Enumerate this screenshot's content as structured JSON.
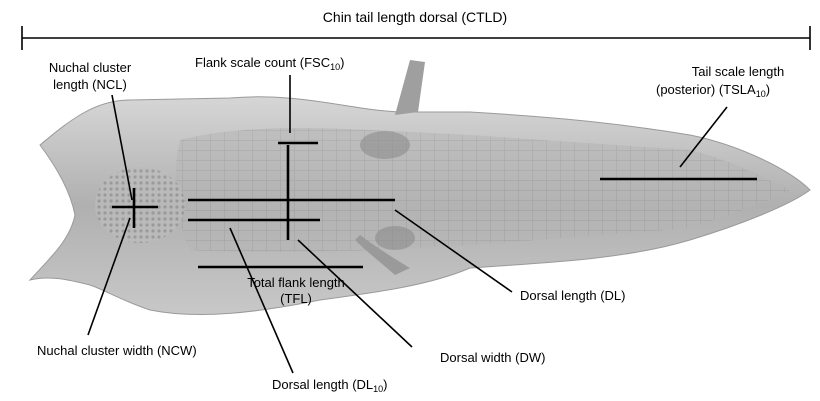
{
  "figure": {
    "title": "Chin tail length dorsal (CTLD)",
    "labels": {
      "ncl_line1": "Nuchal cluster",
      "ncl_line2": "length (NCL)",
      "fsc_main": "Flank scale count (FSC",
      "fsc_sub": "10",
      "fsc_close": ")",
      "tsla_line1": "Tail scale length",
      "tsla_main": "(posterior) (TSLA",
      "tsla_sub": "10",
      "tsla_close": ")",
      "tfl_line1": "Total flank length",
      "tfl_line2": "(TFL)",
      "dl": "Dorsal length (DL)",
      "ncw": "Nuchal cluster width (NCW)",
      "dw": "Dorsal width (DW)",
      "dl10_main": "Dorsal length (DL",
      "dl10_sub": "10",
      "dl10_close": ")"
    }
  },
  "colors": {
    "skin_light": "#c9c9c9",
    "skin_mid": "#a8a8a8",
    "skin_dark": "#7a7a7a",
    "line": "#000000"
  }
}
